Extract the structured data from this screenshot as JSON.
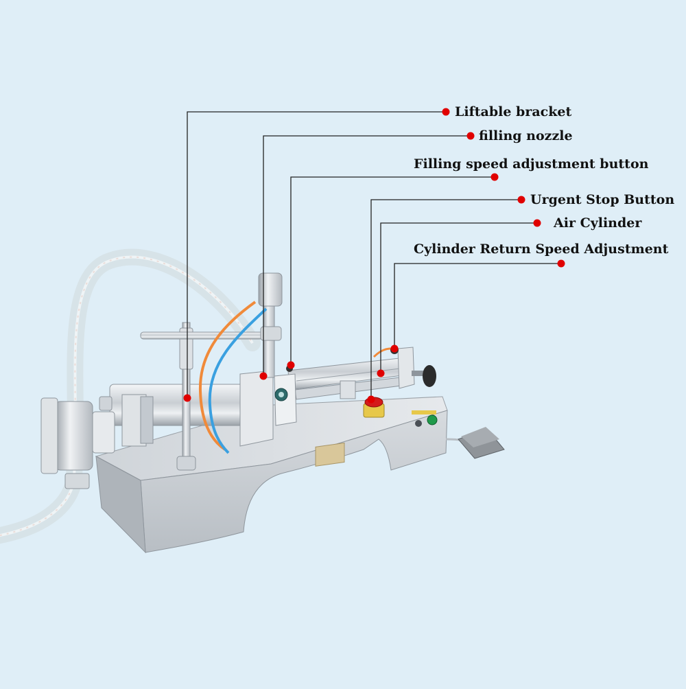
{
  "colors": {
    "background": "#dfeef7",
    "leader_line": "#222222",
    "callout_dot": "#e00000",
    "steel": "#c8cdd2",
    "tube_orange": "#f08a3a",
    "tube_blue": "#3aa0e0"
  },
  "callouts": [
    {
      "label": "Liftable bracket"
    },
    {
      "label": "filling nozzle"
    },
    {
      "label": "Filling speed adjustment button"
    },
    {
      "label": "Urgent Stop Button"
    },
    {
      "label": "Air Cylinder"
    },
    {
      "label": "Cylinder Return Speed Adjustment"
    }
  ]
}
